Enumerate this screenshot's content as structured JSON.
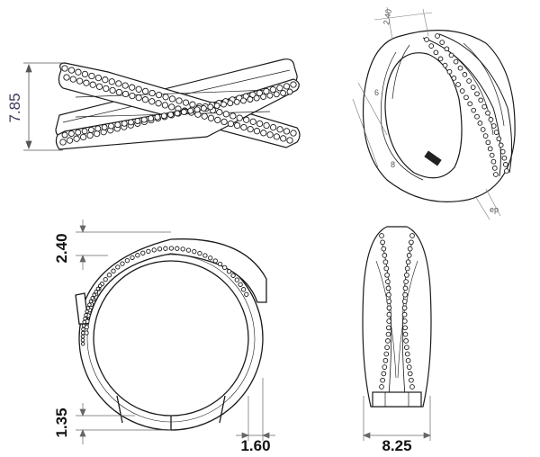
{
  "dimensions": {
    "top_view_height": "7.85",
    "iso_top": "2.40",
    "iso_small_1": "6",
    "iso_small_2": "8",
    "iso_bottom": "ep",
    "front_top_band": "2.40",
    "front_bottom_band": "1.35",
    "front_shank_width": "1.60",
    "side_width": "8.25"
  },
  "colors": {
    "line": "#1a1a1a",
    "dim_line": "#555555",
    "metal": "#ffffff",
    "stone": "#2a2a2a"
  }
}
